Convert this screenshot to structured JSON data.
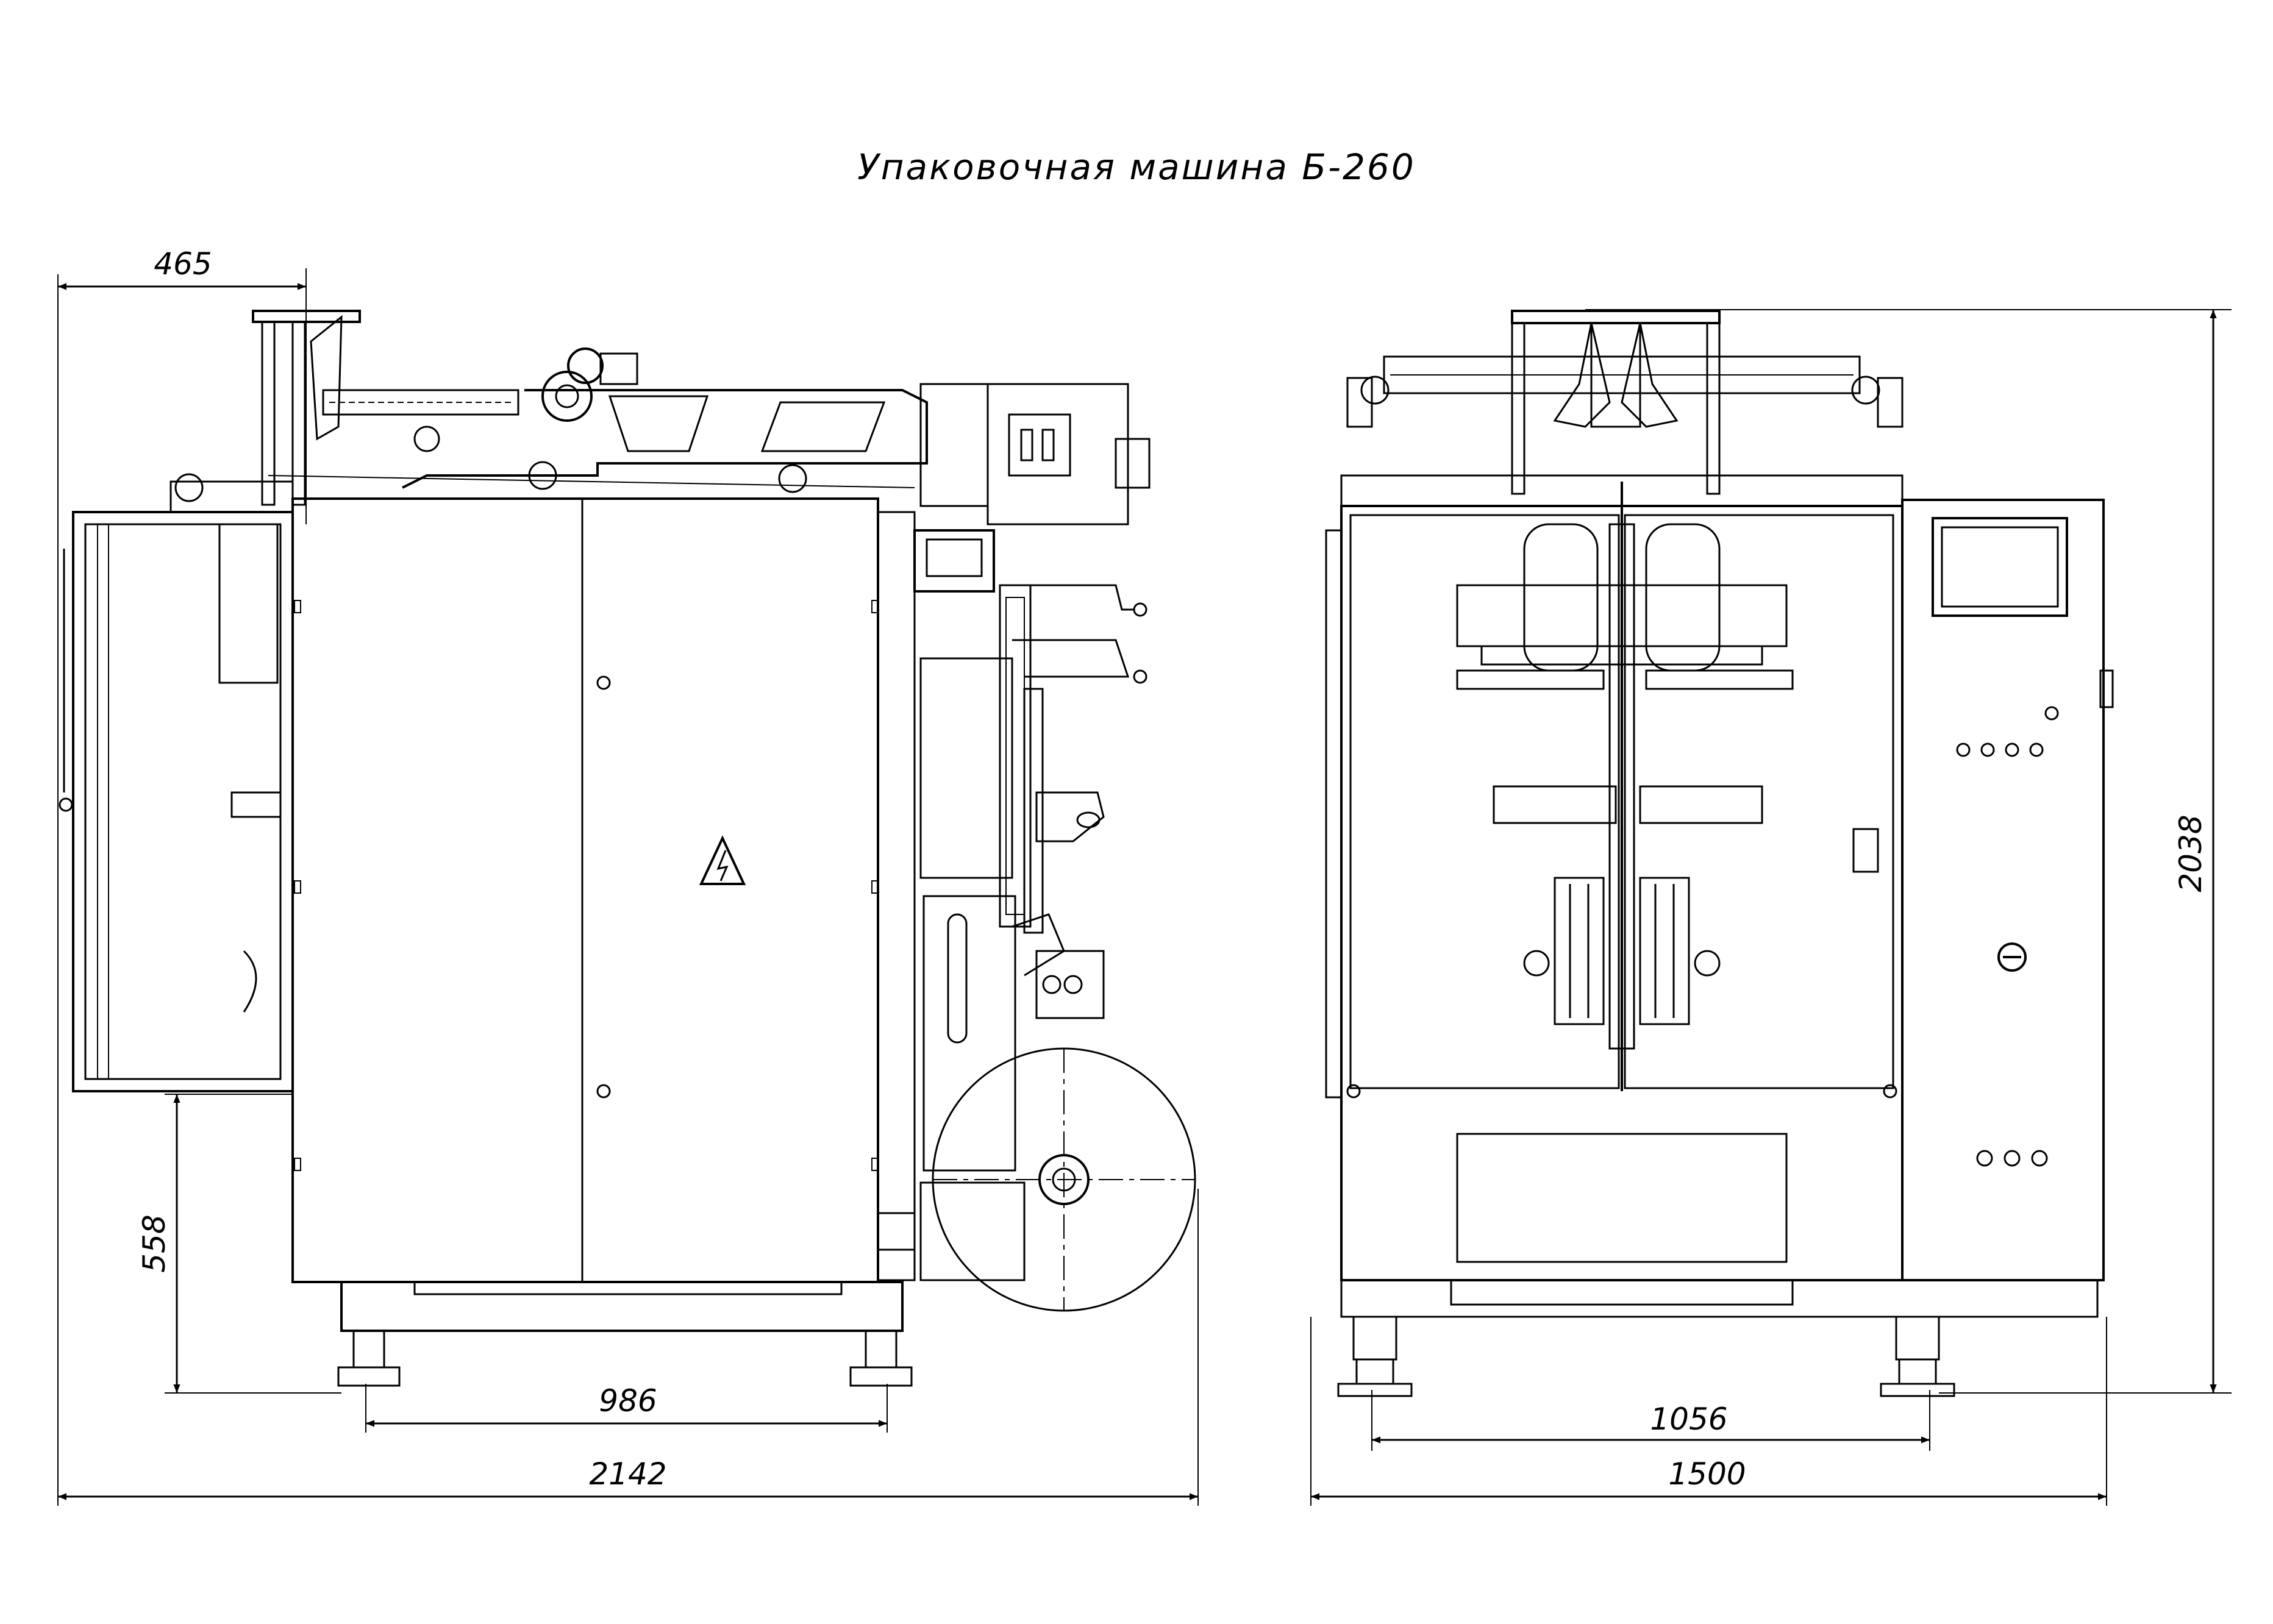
{
  "title": "Упаковочная машина Б-260",
  "dimensions": {
    "side_top_offset": "465",
    "side_floor_to_door": "558",
    "side_feet_span": "986",
    "side_total_length": "2142",
    "front_feet_span": "1056",
    "front_total_width": "1500",
    "front_total_height": "2038"
  },
  "colors": {
    "line": "#000000",
    "background": "#ffffff"
  }
}
